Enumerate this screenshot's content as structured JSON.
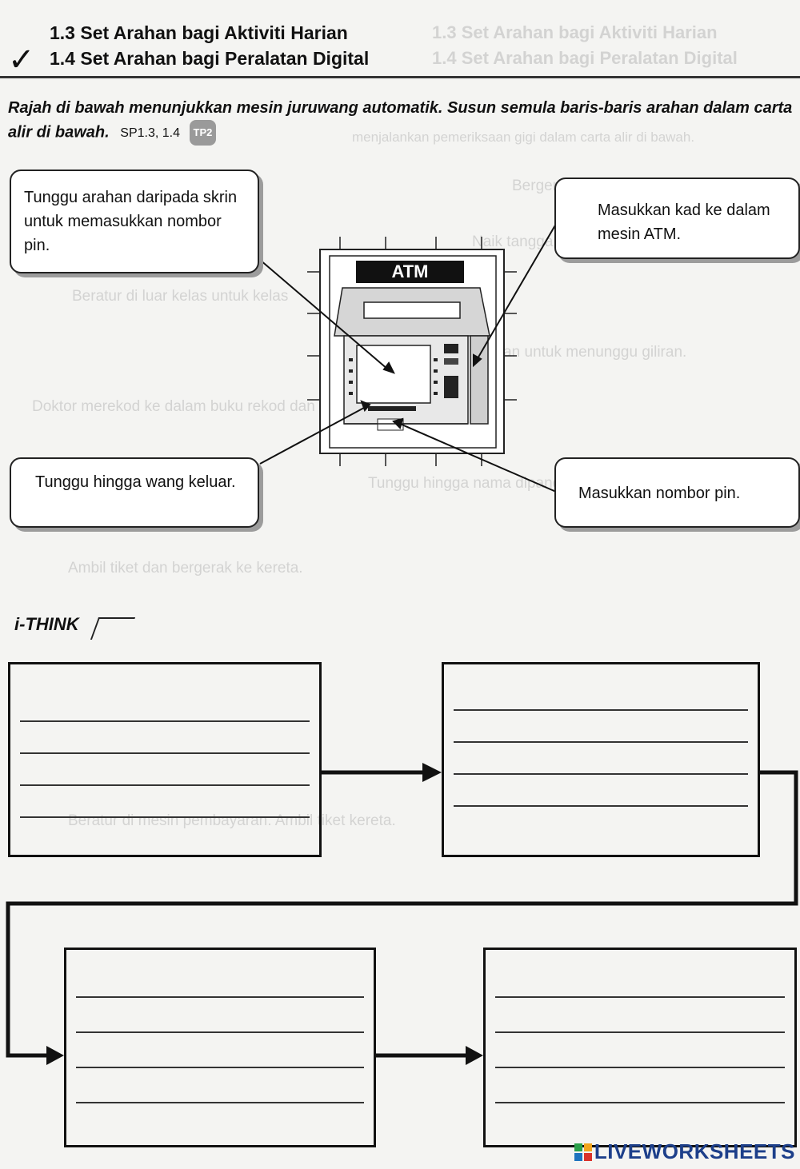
{
  "headings": {
    "h13": "1.3 Set Arahan bagi Aktiviti Harian",
    "h14": "1.4 Set Arahan bagi Peralatan Digital"
  },
  "instruction": {
    "text": "Rajah di bawah menunjukkan mesin juruwang automatik. Susun semula baris-baris arahan dalam carta alir di bawah.",
    "codes": "SP1.3, 1.4",
    "tp": "TP2"
  },
  "atm": {
    "label": "ATM"
  },
  "callouts": {
    "top_left": "Tunggu arahan daripada skrin untuk memasukkan nombor pin.",
    "top_right": "Masukkan kad ke dalam mesin ATM.",
    "bottom_left": "Tunggu hingga wang keluar.",
    "bottom_right": "Masukkan nombor pin."
  },
  "ithink_label": "i-THINK",
  "ghost_text": {
    "g1": "1.3 Set Arahan bagi Aktiviti Harian",
    "g2": "1.4 Set Arahan bagi Peralatan Digital",
    "g3": "menjalankan pemeriksaan gigi dalam carta alir di bawah.",
    "g4": "Bergerak ke bilik rawatan.",
    "g5": "Naik tangga ke bilik kendon gigi.",
    "g6": "Beratur di luar kelas untuk kelas",
    "g7": "Beratur di luar bilik rawatan untuk menunggu giliran.",
    "g8": "Doktor merekod ke dalam buku rekod dan memberikan slip jika perlu.",
    "g9": "Tunggu hingga nama dipanggil oleh doktor.",
    "g10": "Ambil tiket dan bergerak ke kereta.",
    "g11": "Beratur di mesin pembayaran. Ambil tiket kereta."
  },
  "footer": {
    "logo": "LIVEWORKSHEETS"
  }
}
